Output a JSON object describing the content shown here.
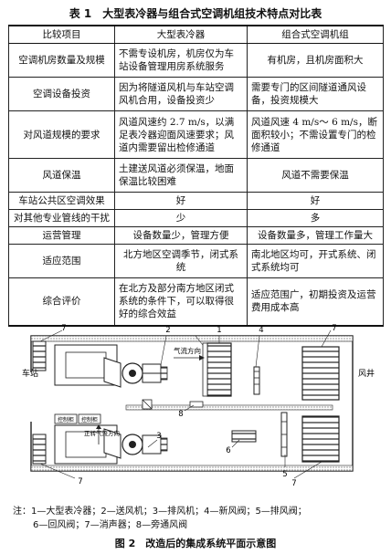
{
  "table": {
    "title": "表 1　大型表冷器与组合式空调机组技术特点对比表",
    "headers": [
      "比较项目",
      "大型表冷器",
      "组合式空调机组"
    ],
    "rows": [
      {
        "item": "空调机房数量及规模",
        "a": "不需专设机房，机房仅为车站设备管理用房系统服务",
        "b": "有机房，且机房面积大"
      },
      {
        "item": "空调设备投资",
        "a": "因为将隧道风机与车站空调风机合用，设备投资少",
        "b": "需要专门的区间隧道通风设备，投资规模大"
      },
      {
        "item": "对风道规模的要求",
        "a": "风道风速约 2.7 m/s，以满足表冷器迎面风速要求；风道内需要留出检修通道",
        "b": "风道风速 4 m/s～ 6 m/s，断面积较小；不需设置专门的检修通道"
      },
      {
        "item": "风道保温",
        "a": "土建送风道必须保温，地面保温比较困难",
        "b": "风道不需要保温"
      },
      {
        "item": "车站公共区空调效果",
        "a": "好",
        "b": "好"
      },
      {
        "item": "对其他专业管线的干扰",
        "a": "少",
        "b": "多"
      },
      {
        "item": "运营管理",
        "a": "设备数量少，管理方便",
        "b": "设备数量多，管理工作量大"
      },
      {
        "item": "适应范围",
        "a": "北方地区空调季节，闭式系统",
        "b": "南北地区均可，开式系统、闭式系统均可"
      },
      {
        "item": "综合评价",
        "a": "在北方及部分南方地区闭式系统的条件下，可以取得很好的综合效益",
        "b": "适应范围广，初期投资及运营费用成本高"
      }
    ]
  },
  "figure": {
    "label_station": "车站",
    "label_shaft": "风井",
    "label_airflow_top": "气流方向",
    "label_airflow_bottom": "正转气流方向",
    "label_control1": "控制柜",
    "label_control2": "控制柜",
    "markers": [
      "1",
      "2",
      "3",
      "4",
      "5",
      "6",
      "7",
      "8"
    ],
    "note_line1": "注：1—大型表冷器；2—送风机；3—排风机；4—新风阀；5—排风阀；",
    "note_line2": "6—回风阀；7—消声器；8—旁通风阀",
    "caption": "图 2　改造后的集成系统平面示意图"
  }
}
